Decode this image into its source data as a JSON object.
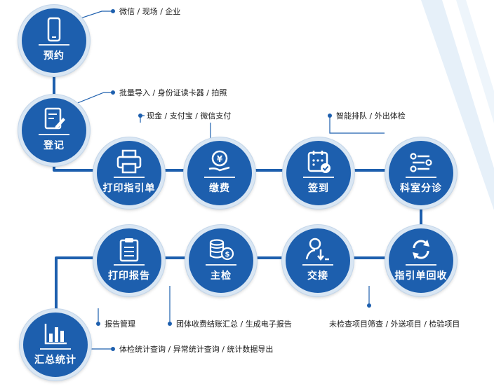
{
  "nodes": {
    "appointment": {
      "label": "预约",
      "icon": "phone-icon"
    },
    "register": {
      "label": "登记",
      "icon": "edit-document-icon"
    },
    "print_guide": {
      "label": "打印指引单",
      "icon": "printer-icon"
    },
    "payment": {
      "label": "缴费",
      "icon": "yuan-coin-hand-icon"
    },
    "checkin": {
      "label": "签到",
      "icon": "calendar-check-icon"
    },
    "department": {
      "label": "科室分诊",
      "icon": "triage-flow-icon"
    },
    "recycle_guide": {
      "label": "指引单回收",
      "icon": "refresh-icon"
    },
    "handover": {
      "label": "交接",
      "icon": "person-transfer-icon"
    },
    "main_check": {
      "label": "主检",
      "icon": "coins-stack-icon"
    },
    "print_report": {
      "label": "打印报告",
      "icon": "clipboard-icon"
    },
    "summary": {
      "label": "汇总统计",
      "icon": "bar-chart-icon"
    }
  },
  "notes": {
    "appointment": "微信 / 现场 / 企业",
    "register": "批量导入 / 身份证读卡器 / 拍照",
    "payment": "现金 / 支付宝 / 微信支付",
    "department": "智能排队 / 外出体检",
    "print_report": "报告管理",
    "main_check": "团体收费结账汇总 / 生成电子报告",
    "handover": "未检查项目筛查 / 外送项目 / 检验项目",
    "summary": "体检统计查询 / 异常统计查询 / 统计数据导出"
  },
  "colors": {
    "primary": "#1d5fae",
    "ring": "#d9e6f3",
    "line": "#1d5fae"
  }
}
